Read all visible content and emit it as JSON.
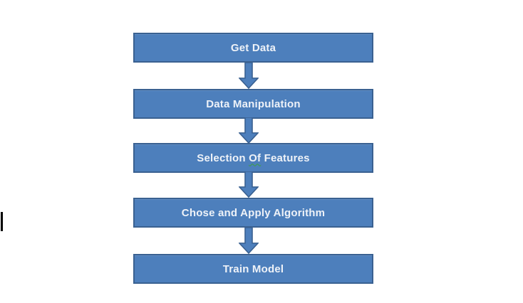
{
  "diagram": {
    "type": "flowchart",
    "direction": "top-down",
    "box_fill_color": "#4d7fbc",
    "box_border_color": "#3a6191",
    "box_text_color": "#eef2f8",
    "arrow_fill_color": "#4d7fbc",
    "arrow_border_color": "#3a6191",
    "grammar_underline_color": "#3da03d",
    "boxes": [
      {
        "label": "Get Data"
      },
      {
        "label": "Data Manipulation"
      },
      {
        "label_pre": "Selection ",
        "label_flagged": "Of",
        "label_post": " Features"
      },
      {
        "label": "Chose and Apply Algorithm"
      },
      {
        "label": "Train Model"
      }
    ],
    "connectors": [
      {
        "type": "block-arrow-down",
        "from": "Get Data",
        "to": "Data Manipulation"
      },
      {
        "type": "block-arrow-down",
        "from": "Data Manipulation",
        "to": "Selection Of Features"
      },
      {
        "type": "block-arrow-down",
        "from": "Selection Of Features",
        "to": "Chose and Apply Algorithm"
      },
      {
        "type": "block-arrow-down",
        "from": "Chose and Apply Algorithm",
        "to": "Train Model"
      }
    ]
  }
}
